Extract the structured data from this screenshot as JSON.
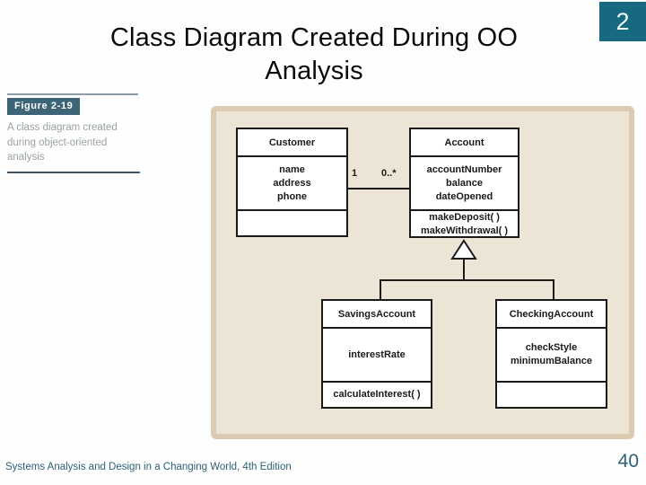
{
  "slide": {
    "title_line1": "Class Diagram Created During OO",
    "title_line2": "Analysis",
    "chapter_number": "2",
    "footer": "Systems Analysis and Design in a Changing World, 4th Edition",
    "page_number": "40"
  },
  "figure_label": {
    "badge": "Figure 2-19",
    "caption": "A class diagram created during object-oriented analysis"
  },
  "colors": {
    "chapter_box": "#16697e",
    "figure_badge": "#3e6478",
    "caption_text": "#99a1a4",
    "footer_text": "#2c6078",
    "panel_fill": "#ece4d5",
    "panel_border": "#dbcbb0",
    "box_border": "#1a1a1a"
  },
  "diagram": {
    "type": "uml-class-diagram",
    "classes": [
      {
        "name": "Customer",
        "attributes": [
          "name",
          "address",
          "phone"
        ],
        "methods": []
      },
      {
        "name": "Account",
        "attributes": [
          "accountNumber",
          "balance",
          "dateOpened"
        ],
        "methods": [
          "makeDeposit( )",
          "makeWithdrawal( )"
        ]
      },
      {
        "name": "SavingsAccount",
        "attributes": [
          "interestRate"
        ],
        "methods": [
          "calculateInterest( )"
        ]
      },
      {
        "name": "CheckingAccount",
        "attributes": [
          "checkStyle",
          "minimumBalance"
        ],
        "methods": []
      }
    ],
    "association": {
      "from": "Customer",
      "to": "Account",
      "multiplicity_from": "1",
      "multiplicity_to": "0..*"
    },
    "generalization": {
      "parent": "Account",
      "children": [
        "SavingsAccount",
        "CheckingAccount"
      ]
    }
  }
}
